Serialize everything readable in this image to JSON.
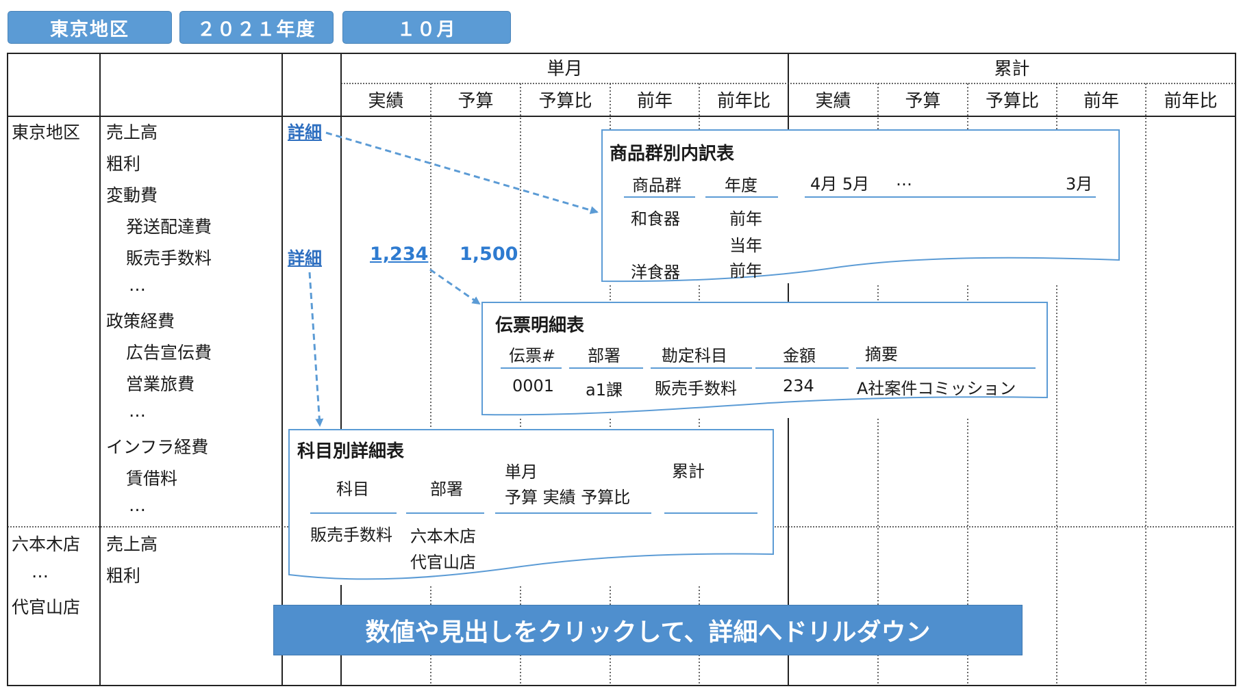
{
  "filters": {
    "region": "東京地区",
    "year": "２０２１年度",
    "month": "１０月"
  },
  "table": {
    "single_month": "単月",
    "cumulative": "累計",
    "columns": [
      "実績",
      "予算",
      "予算比",
      "前年",
      "前年比",
      "実績",
      "予算",
      "予算比",
      "前年",
      "前年比"
    ],
    "region_1": "東京地区",
    "items_1": [
      "売上高",
      "粗利",
      "変動費",
      "発送配達費",
      "販売手数料",
      "…",
      "政策経費",
      "広告宣伝費",
      "営業旅費",
      "…",
      "インフラ経費",
      "賃借料",
      "…"
    ],
    "detail_link": "詳細",
    "values": {
      "actual": "1,234",
      "budget": "1,500"
    },
    "region_2": "六本木店",
    "region_2_ellipsis": "…",
    "region_3": "代官山店",
    "items_2": [
      "売上高",
      "粗利"
    ]
  },
  "popup_product": {
    "title": "商品群別内訳表",
    "headers": [
      "商品群",
      "年度",
      "4月 5月",
      "…",
      "3月"
    ],
    "rows": [
      {
        "group": "和食器",
        "year": "前年"
      },
      {
        "group": "",
        "year": "当年"
      },
      {
        "group": "洋食器",
        "year": "前年"
      }
    ]
  },
  "popup_voucher": {
    "title": "伝票明細表",
    "headers": [
      "伝票#",
      "部署",
      "勘定科目",
      "金額",
      "摘要"
    ],
    "row": [
      "0001",
      "a1課",
      "販売手数料",
      "234",
      "A社案件コミッション"
    ]
  },
  "popup_account": {
    "title": "科目別詳細表",
    "headers": {
      "subject": "科目",
      "dept": "部署",
      "single_month": "単月",
      "sub": "予算 実績 予算比",
      "cumulative": "累計"
    },
    "rows": [
      {
        "subject": "販売手数料",
        "dept": "六本木店"
      },
      {
        "subject": "",
        "dept": "代官山店"
      }
    ]
  },
  "banner": "数値や見出しをクリックして、詳細へドリルダウン",
  "colors": {
    "accent": "#5b9bd5",
    "link": "#2e6fc0",
    "banner": "#4f8fce"
  }
}
